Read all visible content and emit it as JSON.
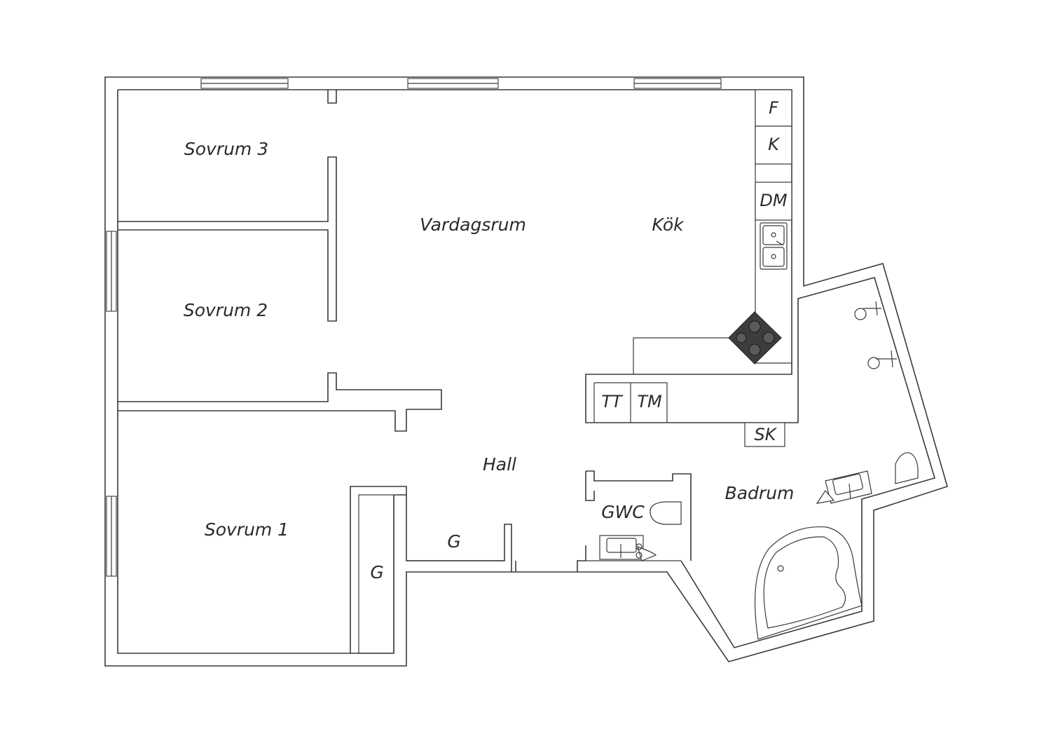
{
  "rooms": {
    "sovrum3": "Sovrum 3",
    "sovrum2": "Sovrum 2",
    "sovrum1": "Sovrum 1",
    "vardagsrum": "Vardagsrum",
    "kok": "Kök",
    "hall": "Hall",
    "badrum": "Badrum",
    "gwc": "GWC",
    "garderob_hall": "G",
    "garderob_sovrum": "G"
  },
  "appliances": {
    "fridge": "F",
    "freezer": "K",
    "dishwasher": "DM",
    "dryer": "TT",
    "washer": "TM",
    "cabinet": "SK"
  },
  "colors": {
    "line": "#3a3a3a",
    "stove": "#3d3d3d"
  }
}
